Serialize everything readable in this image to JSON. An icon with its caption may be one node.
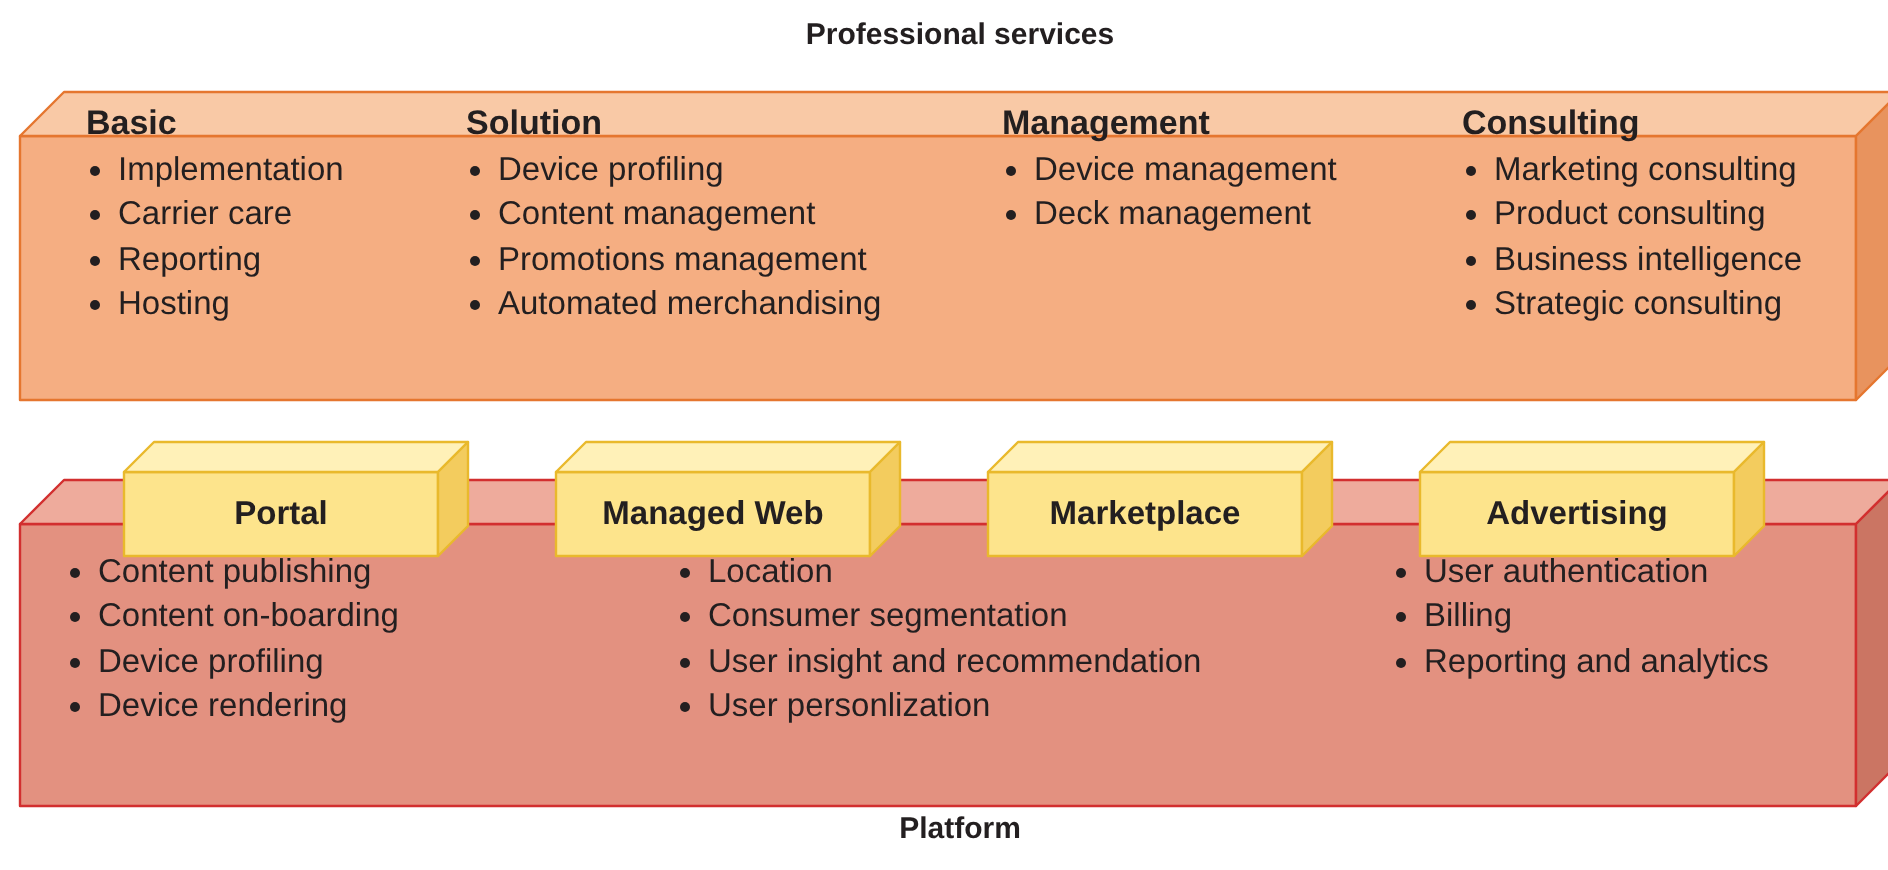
{
  "diagram": {
    "nodes": [
      {
        "text": [
          "Professional services"
        ]
      },
      {
        "text": [
          "Basic",
          "Implementation",
          "Carrier care",
          "Reporting",
          "Hosting"
        ],
        "in": 0
      },
      {
        "text": [
          "Solution",
          "Device profiling",
          "Content management",
          "Promotions management",
          "Automated merchandising"
        ],
        "in": 0
      },
      {
        "text": [
          "Management",
          "Device management",
          "Deck management"
        ],
        "in": 0
      },
      {
        "text": [
          "Consulting",
          "Marketing consulting",
          "Product consulting",
          "Business intelligence",
          "Strategic consulting"
        ],
        "in": 0
      },
      {
        "text": [
          "Portal"
        ]
      },
      {
        "text": [
          "Managed Web"
        ]
      },
      {
        "text": [
          "Marketplace"
        ]
      },
      {
        "text": [
          "Advertising"
        ]
      },
      {
        "text": [
          "Platform"
        ]
      },
      {
        "text": [
          "Content publishing",
          "Content on-boarding",
          "Device profiling",
          "Device rendering"
        ],
        "in": 9
      },
      {
        "text": [
          "Location",
          "Consumer segmentation",
          "User insight and recommendation",
          "User personlization"
        ],
        "in": 9
      },
      {
        "text": [
          "User authentication",
          "Billing",
          "Reporting and analytics"
        ],
        "in": 9
      }
    ]
  }
}
